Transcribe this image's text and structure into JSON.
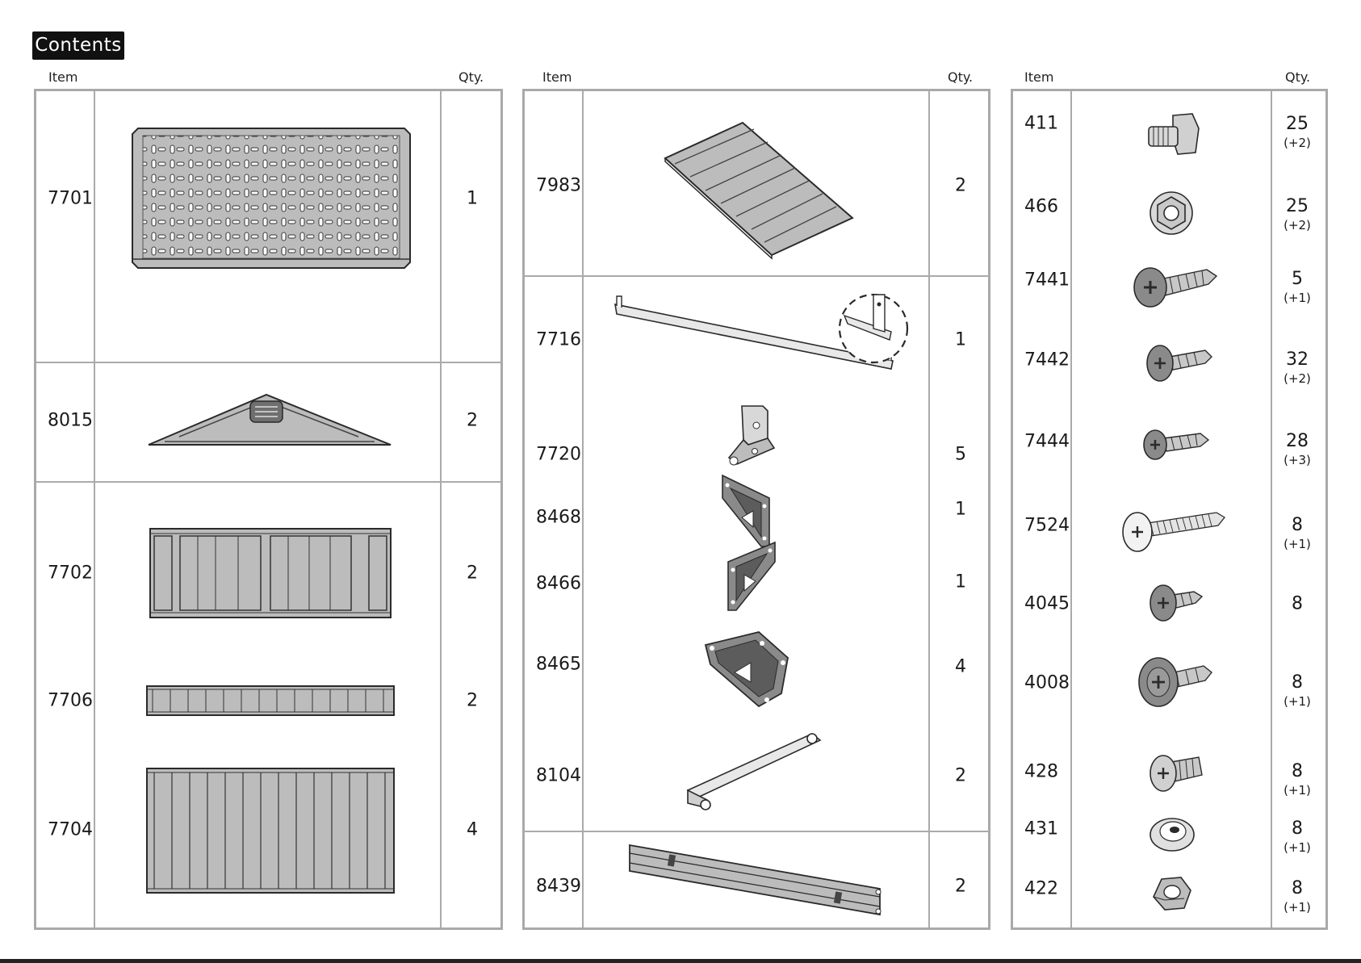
{
  "title": "Contents",
  "headers": {
    "item": "Item",
    "qty": "Qty."
  },
  "panel1": [
    {
      "item": "7701",
      "qty": "1",
      "icon": "floor-panel-icon"
    },
    {
      "item": "8015",
      "qty": "2",
      "icon": "gable-top-icon"
    },
    {
      "item": "7702",
      "qty": "2",
      "icon": "wall-panel-wide-icon"
    },
    {
      "item": "7706",
      "qty": "2",
      "icon": "wall-strip-icon"
    },
    {
      "item": "7704",
      "qty": "4",
      "icon": "wall-panel-tall-icon"
    }
  ],
  "panel2": [
    {
      "item": "7983",
      "qty": "2",
      "icon": "roof-panel-icon"
    },
    {
      "item": "7716",
      "qty": "1",
      "icon": "steel-bar-icon"
    },
    {
      "item": "7720",
      "qty": "5",
      "icon": "angle-bracket-icon"
    },
    {
      "item": "8468",
      "qty": "1",
      "icon": "corner-connector-left-icon"
    },
    {
      "item": "8466",
      "qty": "1",
      "icon": "corner-connector-right-icon"
    },
    {
      "item": "8465",
      "qty": "4",
      "icon": "roof-connector-icon"
    },
    {
      "item": "8104",
      "qty": "2",
      "icon": "door-arm-icon"
    },
    {
      "item": "8439",
      "qty": "2",
      "icon": "ridge-beam-icon"
    }
  ],
  "panel3": [
    {
      "item": "411",
      "qty": "25",
      "extra": "(+2)",
      "icon": "square-bolt-icon"
    },
    {
      "item": "466",
      "qty": "25",
      "extra": "(+2)",
      "icon": "flange-nut-icon"
    },
    {
      "item": "7441",
      "qty": "5",
      "extra": "(+1)",
      "icon": "screw-large-icon"
    },
    {
      "item": "7442",
      "qty": "32",
      "extra": "(+2)",
      "icon": "screw-medium-icon"
    },
    {
      "item": "7444",
      "qty": "28",
      "extra": "(+3)",
      "icon": "screw-small-icon"
    },
    {
      "item": "7524",
      "qty": "8",
      "extra": "(+1)",
      "icon": "self-drilling-screw-icon"
    },
    {
      "item": "4045",
      "qty": "8",
      "extra": "",
      "icon": "short-drill-screw-icon"
    },
    {
      "item": "4008",
      "qty": "8",
      "extra": "(+1)",
      "icon": "washer-head-screw-icon"
    },
    {
      "item": "428",
      "qty": "8",
      "extra": "(+1)",
      "icon": "machine-screw-icon"
    },
    {
      "item": "431",
      "qty": "8",
      "extra": "(+1)",
      "icon": "washer-icon"
    },
    {
      "item": "422",
      "qty": "8",
      "extra": "(+1)",
      "icon": "hex-nut-icon"
    }
  ],
  "colors": {
    "fill": "#bcbcbc",
    "dark": "#8a8a8a",
    "line": "#2a2a2a",
    "border": "#a9a9a9"
  }
}
